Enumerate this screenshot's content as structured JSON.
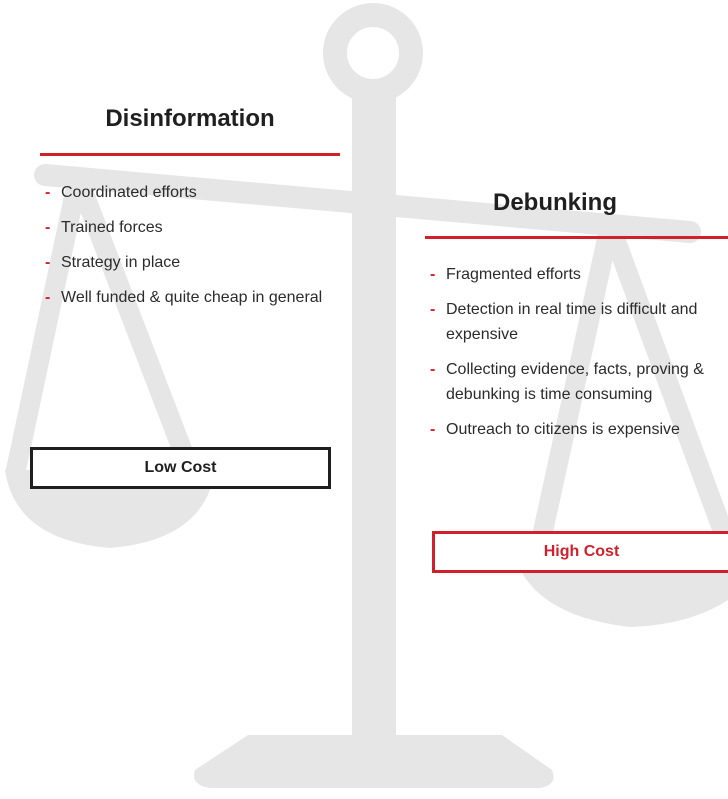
{
  "left_panel": {
    "title": "Disinformation",
    "items": [
      "Coordinated efforts",
      "Trained forces",
      "Strategy in place",
      "Well funded & quite cheap in general"
    ],
    "cost_label": "Low Cost"
  },
  "right_panel": {
    "title": "Debunking",
    "items": [
      "Fragmented efforts",
      "Detection in real time is difficult and expensive",
      "Collecting evidence, facts, proving & debunking is time consuming",
      "Outreach to citizens is expensive"
    ],
    "cost_label": "High Cost"
  },
  "bullet_marker": "-",
  "colors": {
    "accent": "#d0202b",
    "text": "#1f1f1f",
    "scale": "#e6e6e6"
  },
  "icon": "balance-scale-icon"
}
